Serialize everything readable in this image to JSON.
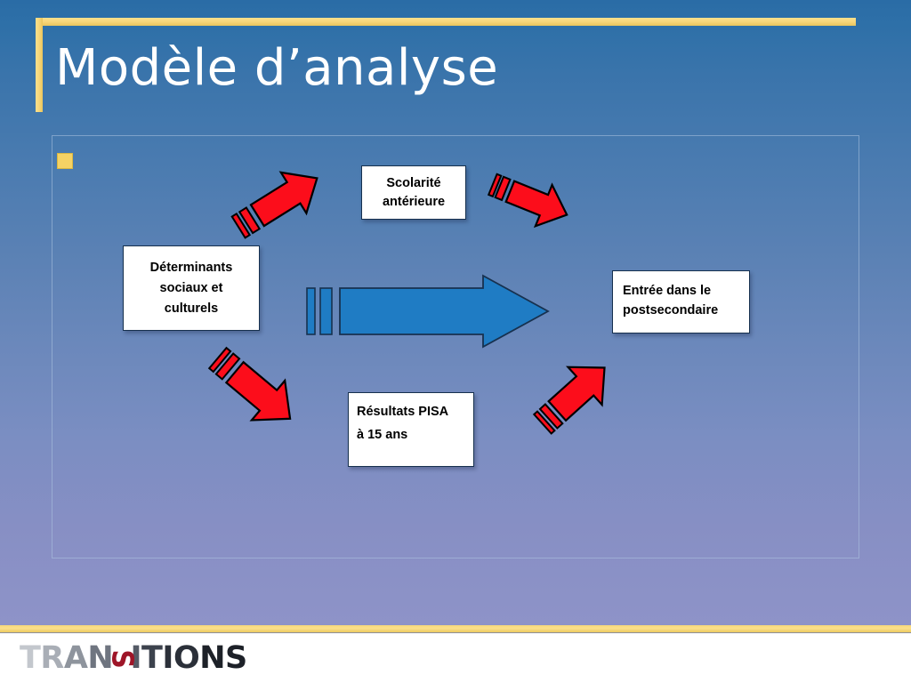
{
  "slide": {
    "title": "Modèle d’analyse",
    "accent_color": "#f7d67a",
    "background_top_color": "#2a6ca6",
    "background_bottom_color": "#8e93c8"
  },
  "content_placeholder": {
    "bullet_marker": "gold-square-bullet",
    "body_text": ""
  },
  "diagram": {
    "type": "flow",
    "boxes": [
      {
        "id": "scolarite",
        "name": "scolarite-anterieure-box",
        "line1": "Scolarité",
        "line2": "antérieure",
        "align": "center"
      },
      {
        "id": "determinants",
        "name": "determinants-box",
        "line1": "Déterminants",
        "line2": "sociaux et",
        "line3": "culturels",
        "align": "center"
      },
      {
        "id": "entree",
        "name": "entree-postsecondaire-box",
        "line1": "Entrée dans le",
        "line2": "postsecondaire",
        "align": "left"
      },
      {
        "id": "pisa",
        "name": "resultats-pisa-box",
        "line1": "Résultats PISA",
        "line2": "à 15 ans",
        "align": "left"
      }
    ],
    "arrows": [
      {
        "id": "main",
        "color": "#1f7cc4",
        "outline": "#17314f",
        "direction": "right",
        "from": "determinants",
        "to": "entree"
      },
      {
        "id": "det-to-sco",
        "color": "#fc0d1b",
        "outline": "#000000",
        "direction": "up-right",
        "from": "determinants",
        "to": "scolarite"
      },
      {
        "id": "sco-to-ent",
        "color": "#fc0d1b",
        "outline": "#000000",
        "direction": "down-right",
        "from": "scolarite",
        "to": "entree"
      },
      {
        "id": "det-to-pisa",
        "color": "#fc0d1b",
        "outline": "#000000",
        "direction": "down-right",
        "from": "determinants",
        "to": "pisa"
      },
      {
        "id": "pisa-to-ent",
        "color": "#fc0d1b",
        "outline": "#000000",
        "direction": "up-right",
        "from": "pisa",
        "to": "entree"
      }
    ]
  },
  "footer": {
    "logo_part1": "TRAN",
    "logo_swash": "S",
    "logo_part2": "ITIONS",
    "logo_accent_color": "#9e1528",
    "band_color": "#f7d67a"
  }
}
